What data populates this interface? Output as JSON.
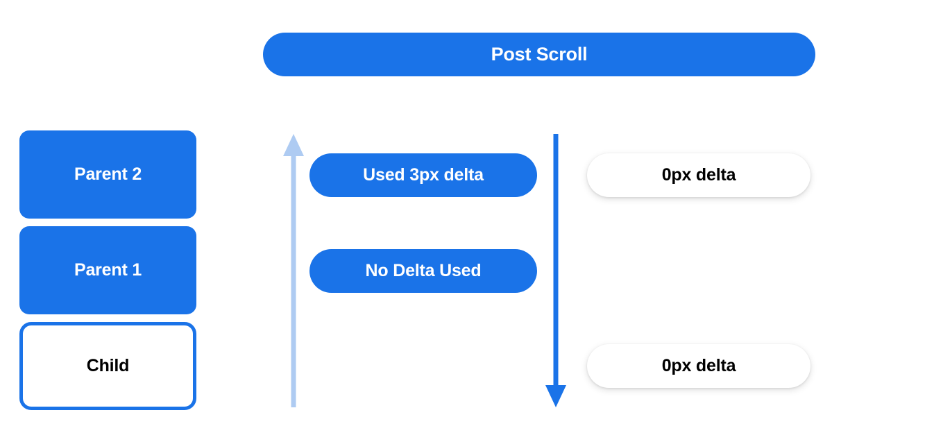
{
  "colors": {
    "brand_blue": "#1a73e8",
    "light_blue": "#aecbf2",
    "white": "#ffffff",
    "black": "#000000",
    "background": "#ffffff"
  },
  "title_banner": {
    "label": "Post Scroll"
  },
  "left_stack": {
    "boxes": [
      {
        "label": "Parent 2",
        "style": "filled"
      },
      {
        "label": "Parent 1",
        "style": "filled"
      },
      {
        "label": "Child",
        "style": "outlined"
      }
    ]
  },
  "arrows": [
    {
      "name": "scroll-up-arrow",
      "direction": "up",
      "color": "#aecbf2"
    },
    {
      "name": "scroll-down-arrow",
      "direction": "down",
      "color": "#1a73e8"
    }
  ],
  "delta_pills": {
    "consumed": [
      {
        "label": "Used 3px delta"
      },
      {
        "label": "No Delta Used"
      }
    ],
    "remaining": [
      {
        "label": "0px delta"
      },
      {
        "label": "0px delta"
      }
    ]
  }
}
